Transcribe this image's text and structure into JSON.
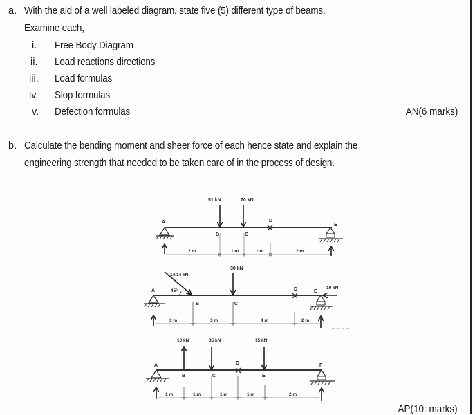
{
  "question_a": {
    "marker": "a.",
    "line1": "With the aid of a well labeled diagram, state five (5) different type of beams.",
    "line2": "Examine each,",
    "items": [
      {
        "num": "i.",
        "text": "Free Body Diagram"
      },
      {
        "num": "ii.",
        "text": "Load reactions directions"
      },
      {
        "num": "iii.",
        "text": "Load formulas"
      },
      {
        "num": "iv.",
        "text": "Slop formulas"
      },
      {
        "num": "v.",
        "text": "Defection formulas"
      }
    ],
    "marks": "AN(6 marks)"
  },
  "question_b": {
    "marker": "b.",
    "line1": "Calculate the bending moment and sheer force of each hence state and explain the",
    "line2": "engineering strength that needed to be taken care of in the process of design.",
    "marks": "AP(10: marks)"
  },
  "beams": [
    {
      "points": [
        "A",
        "B",
        "C",
        "D",
        "E"
      ],
      "loads": [
        {
          "label": "51 kN",
          "point": "B",
          "direction": "down"
        },
        {
          "label": "70 kN",
          "point": "C",
          "direction": "down"
        }
      ],
      "hinge_marker": "D",
      "spans": [
        "2 m",
        "1 m",
        "1 m",
        "2 m"
      ],
      "supports": {
        "left": "pin (A)",
        "right": "roller (E)"
      }
    },
    {
      "points": [
        "A",
        "B",
        "C",
        "D",
        "E"
      ],
      "loads": [
        {
          "label": "14.14 kN",
          "point": "B",
          "direction": "inclined",
          "angle": "45°"
        },
        {
          "label": "30 kN",
          "point": "C",
          "direction": "down"
        },
        {
          "label": "10 kN",
          "point": "E",
          "direction": "left"
        }
      ],
      "hinge_marker": "D",
      "spans": [
        "3 m",
        "3 m",
        "4 m",
        "2 m"
      ],
      "supports": {
        "left": "pin (A)",
        "right": "roller (E)"
      }
    },
    {
      "points": [
        "A",
        "B",
        "C",
        "D",
        "E",
        "F"
      ],
      "loads": [
        {
          "label": "10 kN",
          "point": "B",
          "direction": "up"
        },
        {
          "label": "35 kN",
          "point": "C",
          "direction": "down"
        },
        {
          "label": "15 kN",
          "point": "E",
          "direction": "down"
        }
      ],
      "hinge_marker": "D",
      "spans": [
        "1 m",
        "1 m",
        "1 m",
        "1 m",
        "2 m"
      ],
      "supports": {
        "left": "pin (A)",
        "right": "roller (F)"
      }
    }
  ]
}
